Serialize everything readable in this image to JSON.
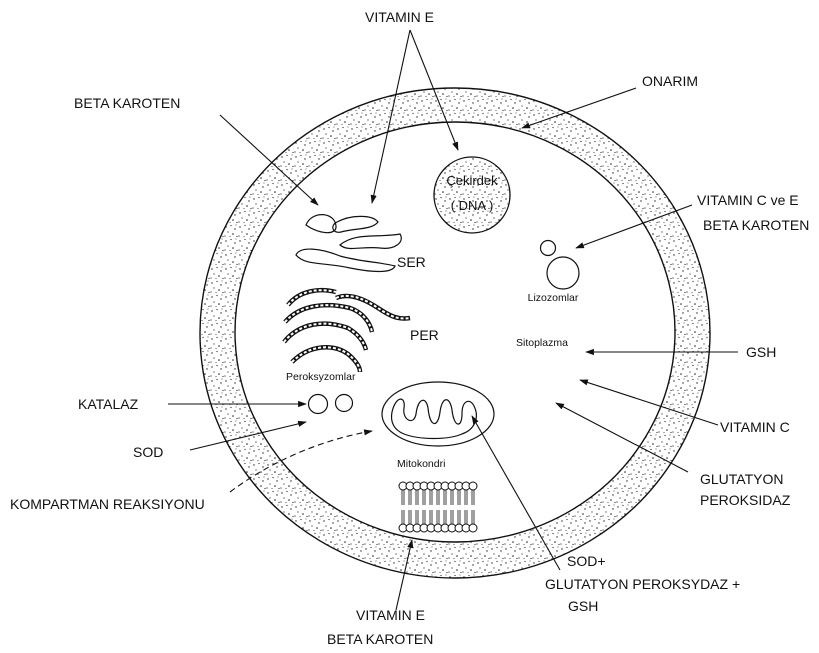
{
  "labels": {
    "vitamin_e_top": "VITAMIN E",
    "beta_karoten_left": "BETA KAROTEN",
    "onarim": "ONARIM",
    "vitamin_c_ve_e": "VITAMIN C ve E",
    "beta_karoten_right": "BETA KAROTEN",
    "gsh": "GSH",
    "vitamin_c": "VITAMIN C",
    "glutatyon": "GLUTATYON",
    "peroksidaz": "PEROKSIDAZ",
    "katalaz": "KATALAZ",
    "sod": "SOD",
    "kompartman": "KOMPARTMAN REAKSIYONU",
    "sod_plus": "SOD+",
    "glutatyon_peroksidaz_plus": "GLUTATYON PEROKSYDAZ +",
    "gsh_bottom": "GSH",
    "vitamin_e_bottom": "VITAMIN E",
    "beta_karoten_bottom": "BETA KAROTEN"
  },
  "organelles": {
    "nucleus_line1": "Çekirdek",
    "nucleus_line2": "( DNA )",
    "ser": "SER",
    "per": "PER",
    "lizozomlar": "Lizozomlar",
    "sitoplazma": "Sitoplazma",
    "peroksizomlar": "Peroksyzomlar",
    "mitokondri": "Mitokondri"
  }
}
